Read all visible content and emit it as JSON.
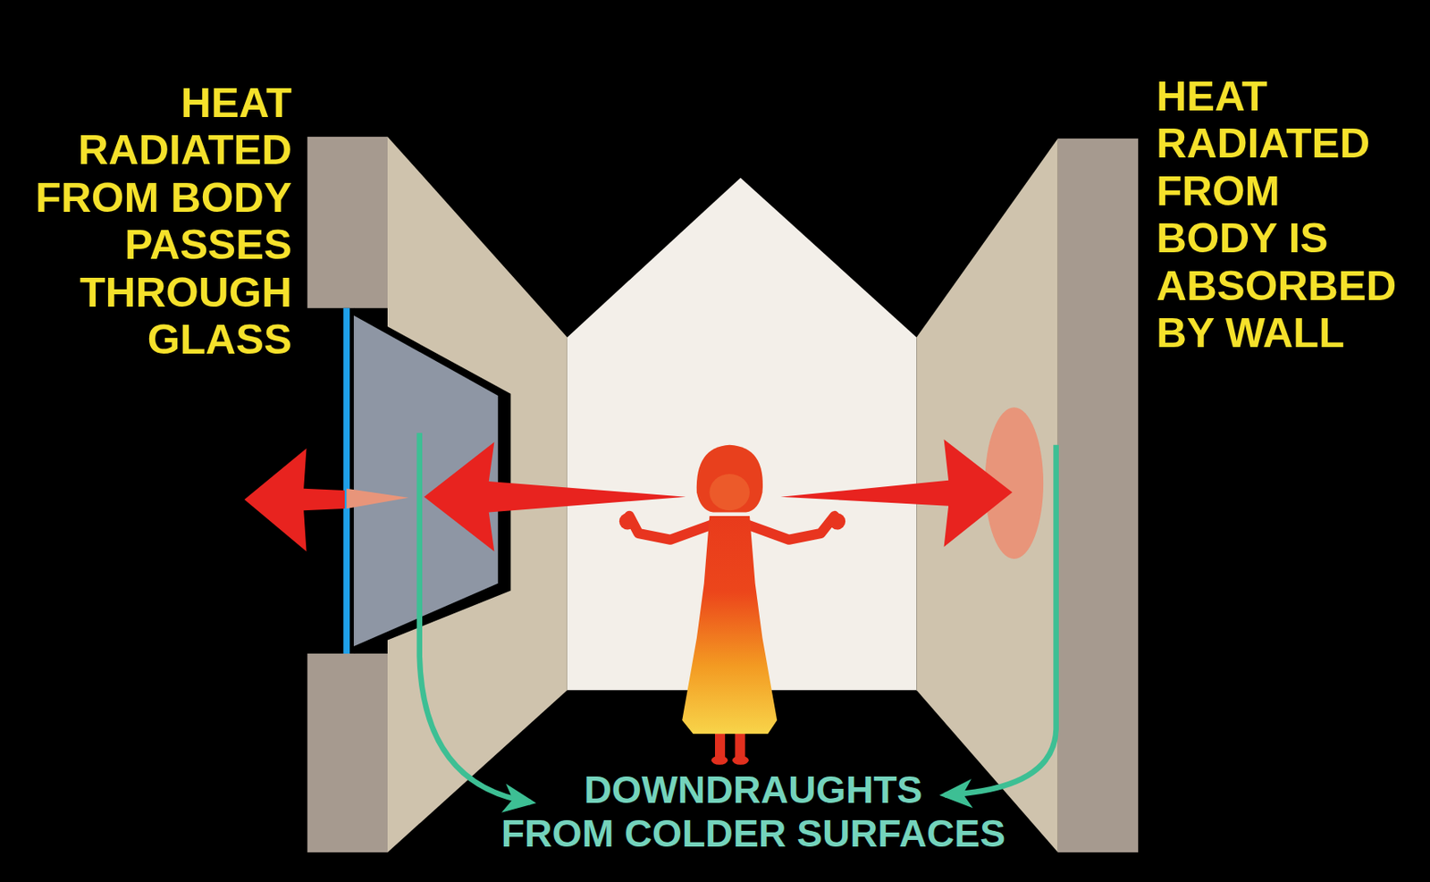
{
  "diagram": {
    "labels": [
      "HEAT RADIATED FROM BODY PASSES THROUGH GLASS",
      "HEAT RADIATED FROM BODY IS ABSORBED BY WALL",
      "DOWNDRAUGHTS FROM COLDER SURFACES"
    ]
  }
}
